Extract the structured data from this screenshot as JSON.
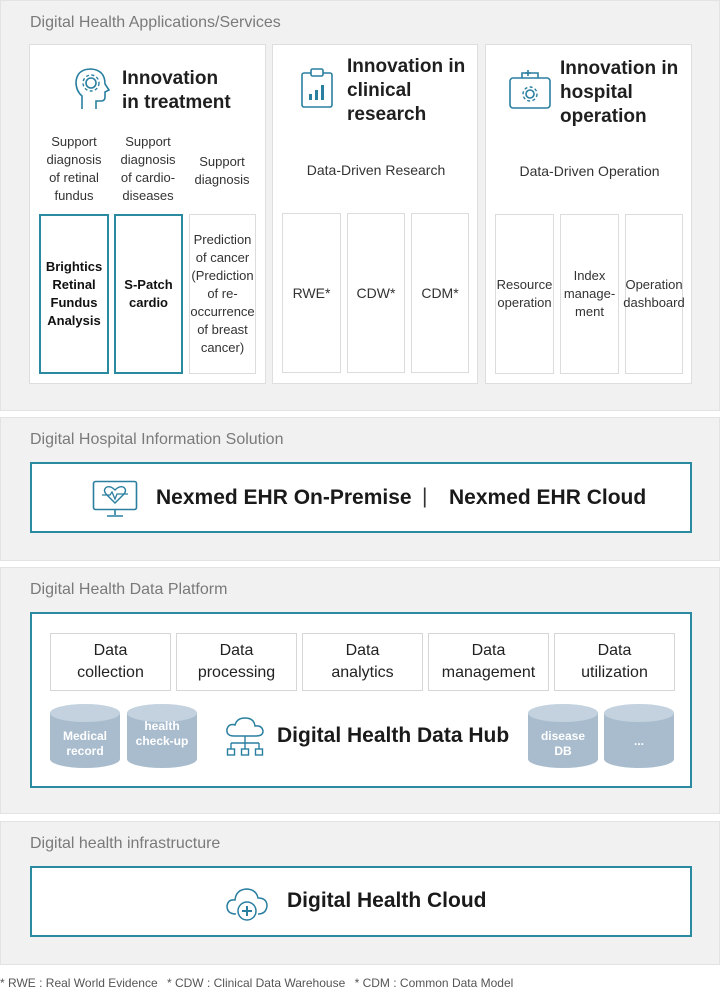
{
  "apps": {
    "title": "Digital Health Applications/Services",
    "treatment": {
      "title": "Innovation\nin treatment",
      "subs": [
        "Support\ndiagnosis\nof retinal\nfundus",
        "Support\ndiagnosis\nof cardio-\ndiseases",
        "Support\ndiagnosis"
      ],
      "boxes": [
        "Brightics\nRetinal\nFundus\nAnalysis",
        "S-Patch\ncardio",
        "Prediction\nof cancer\n(Prediction\nof re-\noccurrence\nof breast\ncancer)"
      ]
    },
    "research": {
      "title": "Innovation in\nclinical\nresearch",
      "subtitle": "Data-Driven Research",
      "boxes": [
        "RWE*",
        "CDW*",
        "CDM*"
      ]
    },
    "operation": {
      "title": "Innovation in\nhospital\noperation",
      "subtitle": "Data-Driven Operation",
      "boxes": [
        "Resource\noperation",
        "Index\nmanage-\nment",
        "Operation\ndashboard"
      ]
    }
  },
  "his": {
    "title": "Digital Hospital Information Solution",
    "premise": "Nexmed EHR On-Premise",
    "separator": "|",
    "cloud": "Nexmed EHR Cloud"
  },
  "platform": {
    "title": "Digital Health Data Platform",
    "boxes": [
      "Data\ncollection",
      "Data\nprocessing",
      "Data\nanalytics",
      "Data\nmanagement",
      "Data\nutilization"
    ],
    "cylinders": [
      "Medical\nrecord",
      "health\ncheck-up",
      "disease\nDB",
      "..."
    ],
    "hub": "Digital Health Data Hub"
  },
  "infra": {
    "title": "Digital health infrastructure",
    "cloud": "Digital Health Cloud"
  },
  "footnotes": [
    "* RWE : Real World Evidence",
    "* CDW : Clinical Data Warehouse",
    "* CDM : Common Data Model"
  ],
  "colors": {
    "accent": "#2a8aa0",
    "cylinder": "#a9bccd",
    "section_bg": "#f1f1f1"
  }
}
